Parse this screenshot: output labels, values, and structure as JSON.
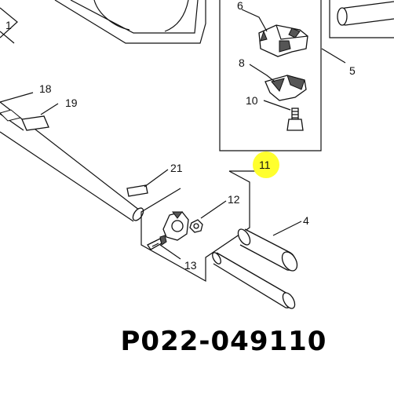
{
  "labels": {
    "l1": "1",
    "l4": "4",
    "l5": "5",
    "l6": "6",
    "l8": "8",
    "l10": "10",
    "l11": "11",
    "l12": "12",
    "l13": "13",
    "l18": "18",
    "l19": "19",
    "l21": "21"
  },
  "highlight": {
    "label": "11",
    "color": "#ffff2e"
  },
  "part_number": "P022-049110",
  "colors": {
    "line": "#111111",
    "background": "#ffffff"
  }
}
